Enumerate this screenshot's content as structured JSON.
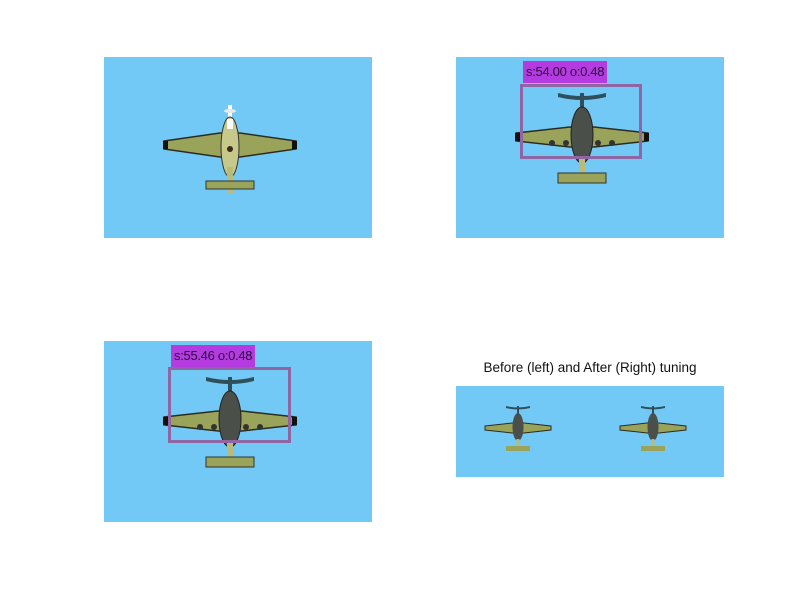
{
  "panels": [
    {
      "id": "original",
      "detection": null
    },
    {
      "id": "detection-1",
      "detection": {
        "label": "s:54.00 o:0.48"
      }
    },
    {
      "id": "detection-2",
      "detection": {
        "label": "s:55.46 o:0.48"
      }
    },
    {
      "id": "comparison",
      "caption": "Before (left) and After (Right) tuning"
    }
  ],
  "colors": {
    "sky": "#72c9f5",
    "box": "#8f66a3",
    "label_bg": "#b43be0"
  }
}
